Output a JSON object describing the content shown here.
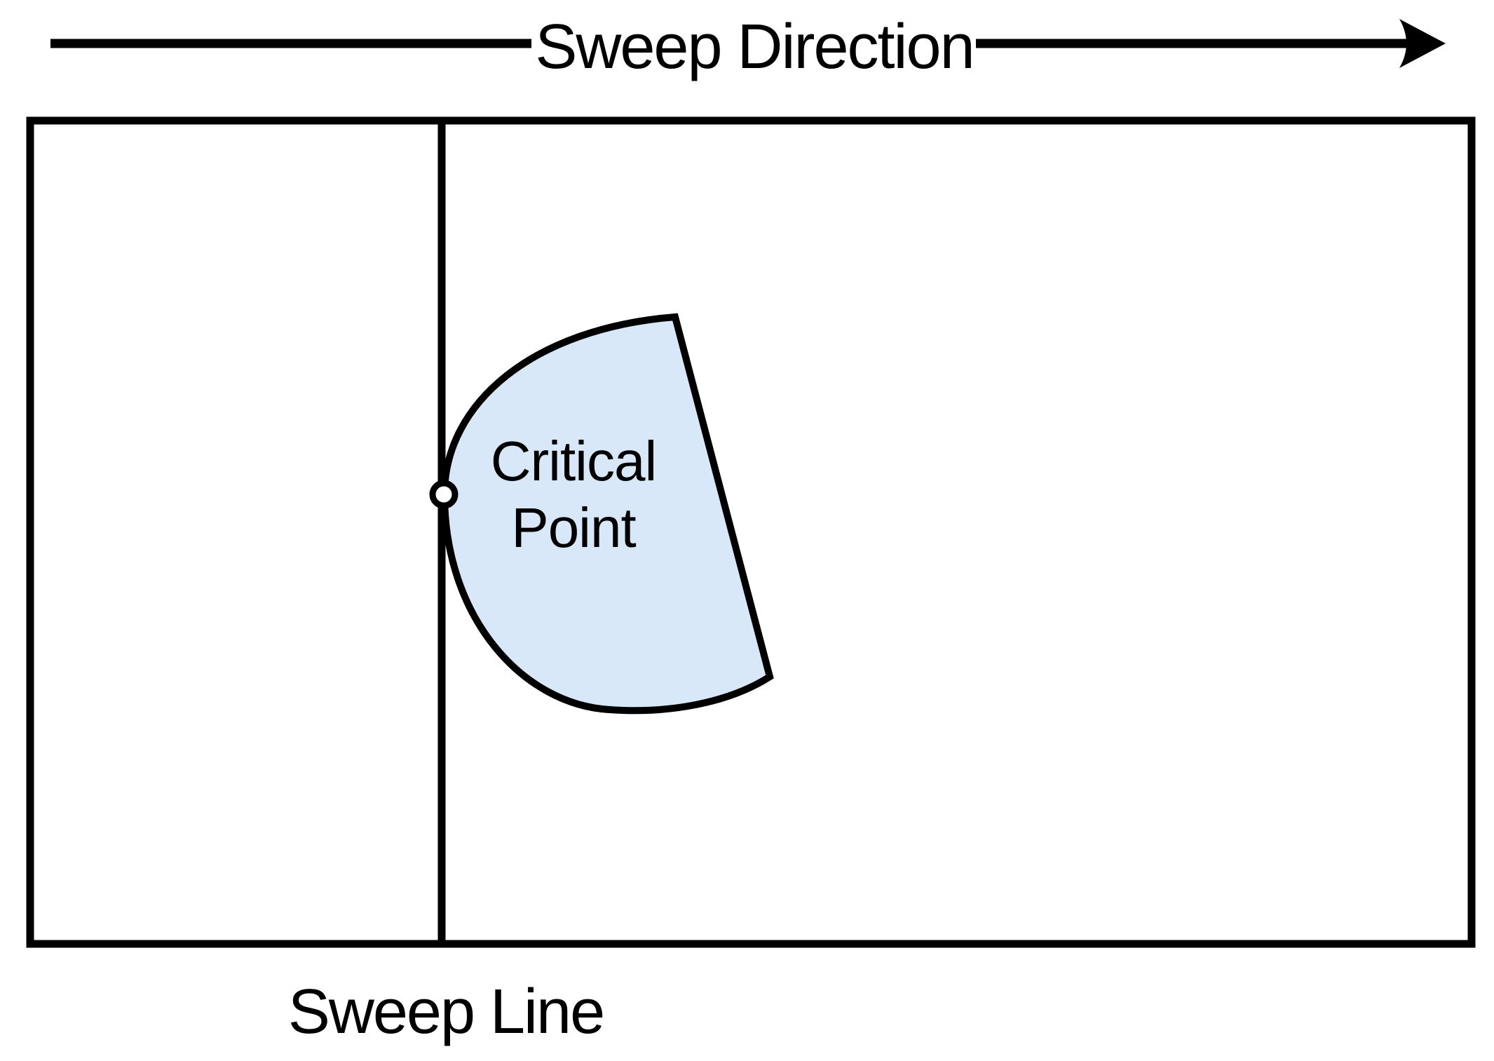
{
  "figure": {
    "sweep_direction_label": "Sweep Direction",
    "sweep_line_label": "Sweep Line",
    "critical_point_label_line1": "Critical",
    "critical_point_label_line2": "Point",
    "colors": {
      "background": "#ffffff",
      "stroke": "#000000",
      "region_fill": "#d8e8f8",
      "marker_fill": "#ffffff"
    }
  }
}
